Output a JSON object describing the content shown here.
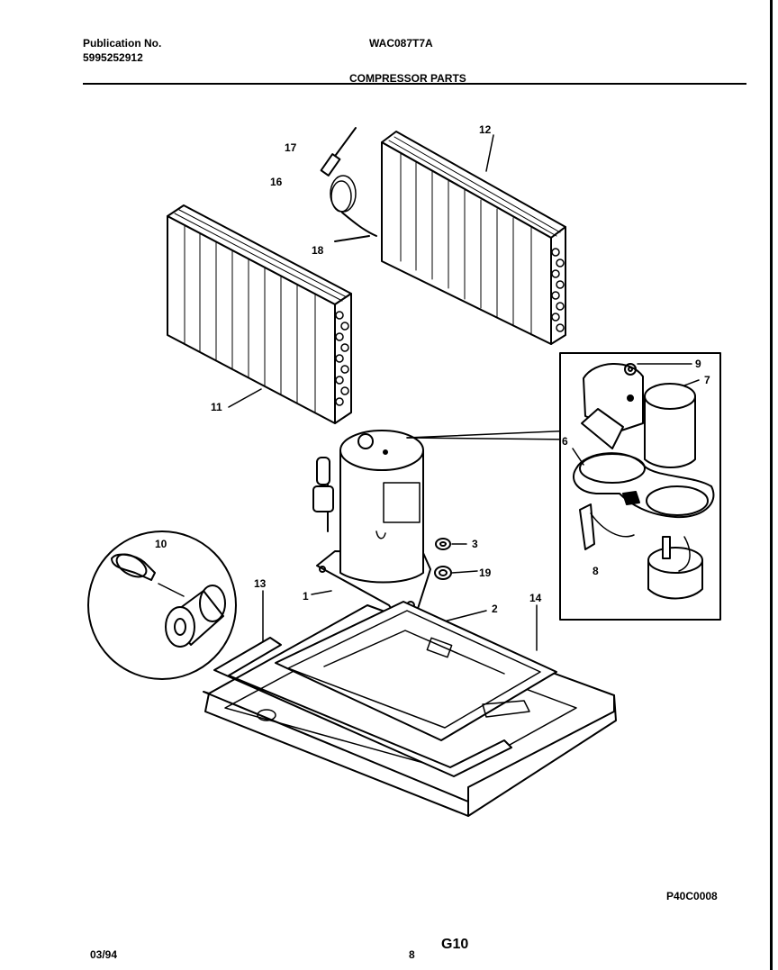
{
  "header": {
    "publication_label": "Publication No.",
    "publication_number": "5995252912",
    "model": "WAC087T7A",
    "section_title": "COMPRESSOR PARTS"
  },
  "callouts": {
    "c1": "1",
    "c2": "2",
    "c3": "3",
    "c6": "6",
    "c7": "7",
    "c8": "8",
    "c9": "9",
    "c10": "10",
    "c11": "11",
    "c12": "12",
    "c13": "13",
    "c14": "14",
    "c16": "16",
    "c17": "17",
    "c18": "18",
    "c19": "19"
  },
  "footer": {
    "diagram_code": "P40C0008",
    "date": "03/94",
    "page_number": "8",
    "section_code": "G10"
  }
}
